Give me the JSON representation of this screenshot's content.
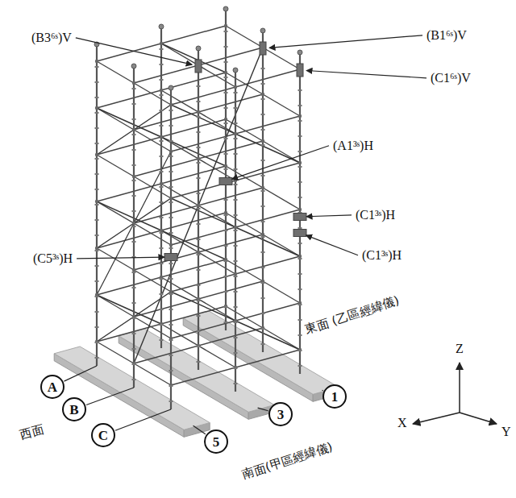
{
  "diagram": {
    "nodes": [
      {
        "text": [
          "A"
        ]
      },
      {
        "text": [
          "B"
        ]
      },
      {
        "text": [
          "C"
        ]
      },
      {
        "text": [
          "5"
        ]
      },
      {
        "text": [
          "3"
        ]
      },
      {
        "text": [
          "1"
        ]
      }
    ],
    "labels": [
      "(B3⁶ˢ)V",
      "(B1⁶ˢ)V",
      "(C1⁶ˢ)V",
      "(A1³ˢ)H",
      "(C1³ˢ)H",
      "(C1³ˢ)H",
      "(C5³ˢ)H",
      "東面 (乙區經緯儀)",
      "西面",
      "南面(甲區經緯儀)",
      "Z",
      "X",
      "Y"
    ]
  }
}
